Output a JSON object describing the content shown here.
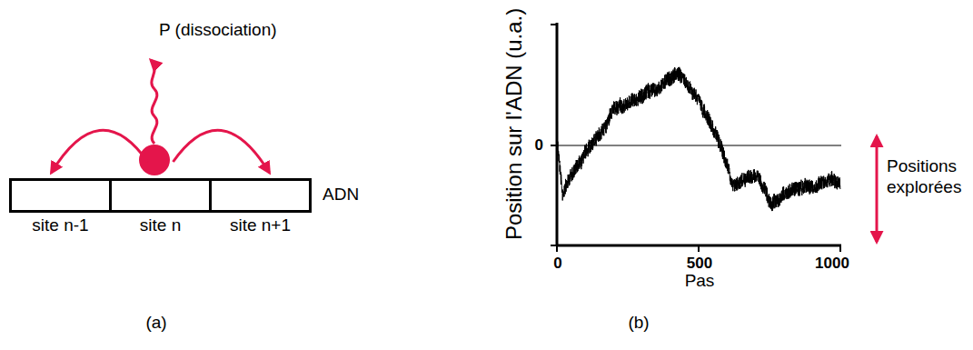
{
  "diagram": {
    "nodes": [
      {
        "text": [
          "site n-1"
        ]
      },
      {
        "text": [
          "site n"
        ]
      },
      {
        "text": [
          "site n+1"
        ]
      }
    ],
    "edges": [
      {
        "from": 1,
        "to": 0,
        "arrow": "to"
      },
      {
        "from": 1,
        "to": 2,
        "arrow": "to"
      }
    ],
    "labels": [
      "P (dissociation)",
      "ADN",
      "(a)",
      "Position sur l'ADN (u.a.)",
      "0",
      "0",
      "500",
      "1000",
      "Pas",
      "Positions explorées",
      "(b)"
    ]
  }
}
